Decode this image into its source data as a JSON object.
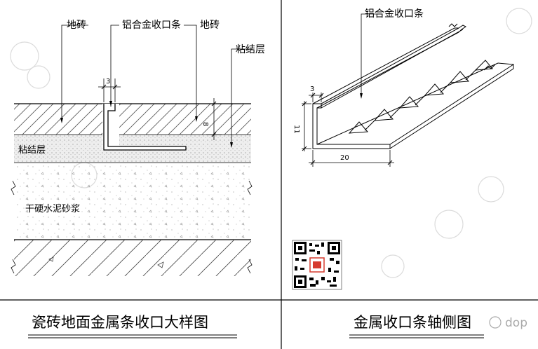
{
  "left_panel": {
    "labels": {
      "tile_left": "地砖",
      "trim_strip": "铝合金收口条",
      "tile_right": "地砖",
      "adhesive_top": "粘结层",
      "adhesive_layer": "粘结层",
      "mortar_layer": "干硬水泥砂浆"
    },
    "dims": {
      "gap": "3",
      "thickness": "8"
    },
    "title": "瓷砖地面金属条收口大样图"
  },
  "right_panel": {
    "labels": {
      "trim_strip": "铝合金收口条"
    },
    "dims": {
      "top_width": "3",
      "height": "11",
      "base_width": "20"
    },
    "title": "金属收口条轴侧图"
  },
  "watermark": {
    "text": "dop"
  },
  "colors": {
    "line": "#000000",
    "hatch": "#555555",
    "adhesive_fill": "#eeeeee",
    "mortar_speckle": "#999999",
    "watermark": "#bbbbbb",
    "qr_accent": "#d63b2f"
  }
}
